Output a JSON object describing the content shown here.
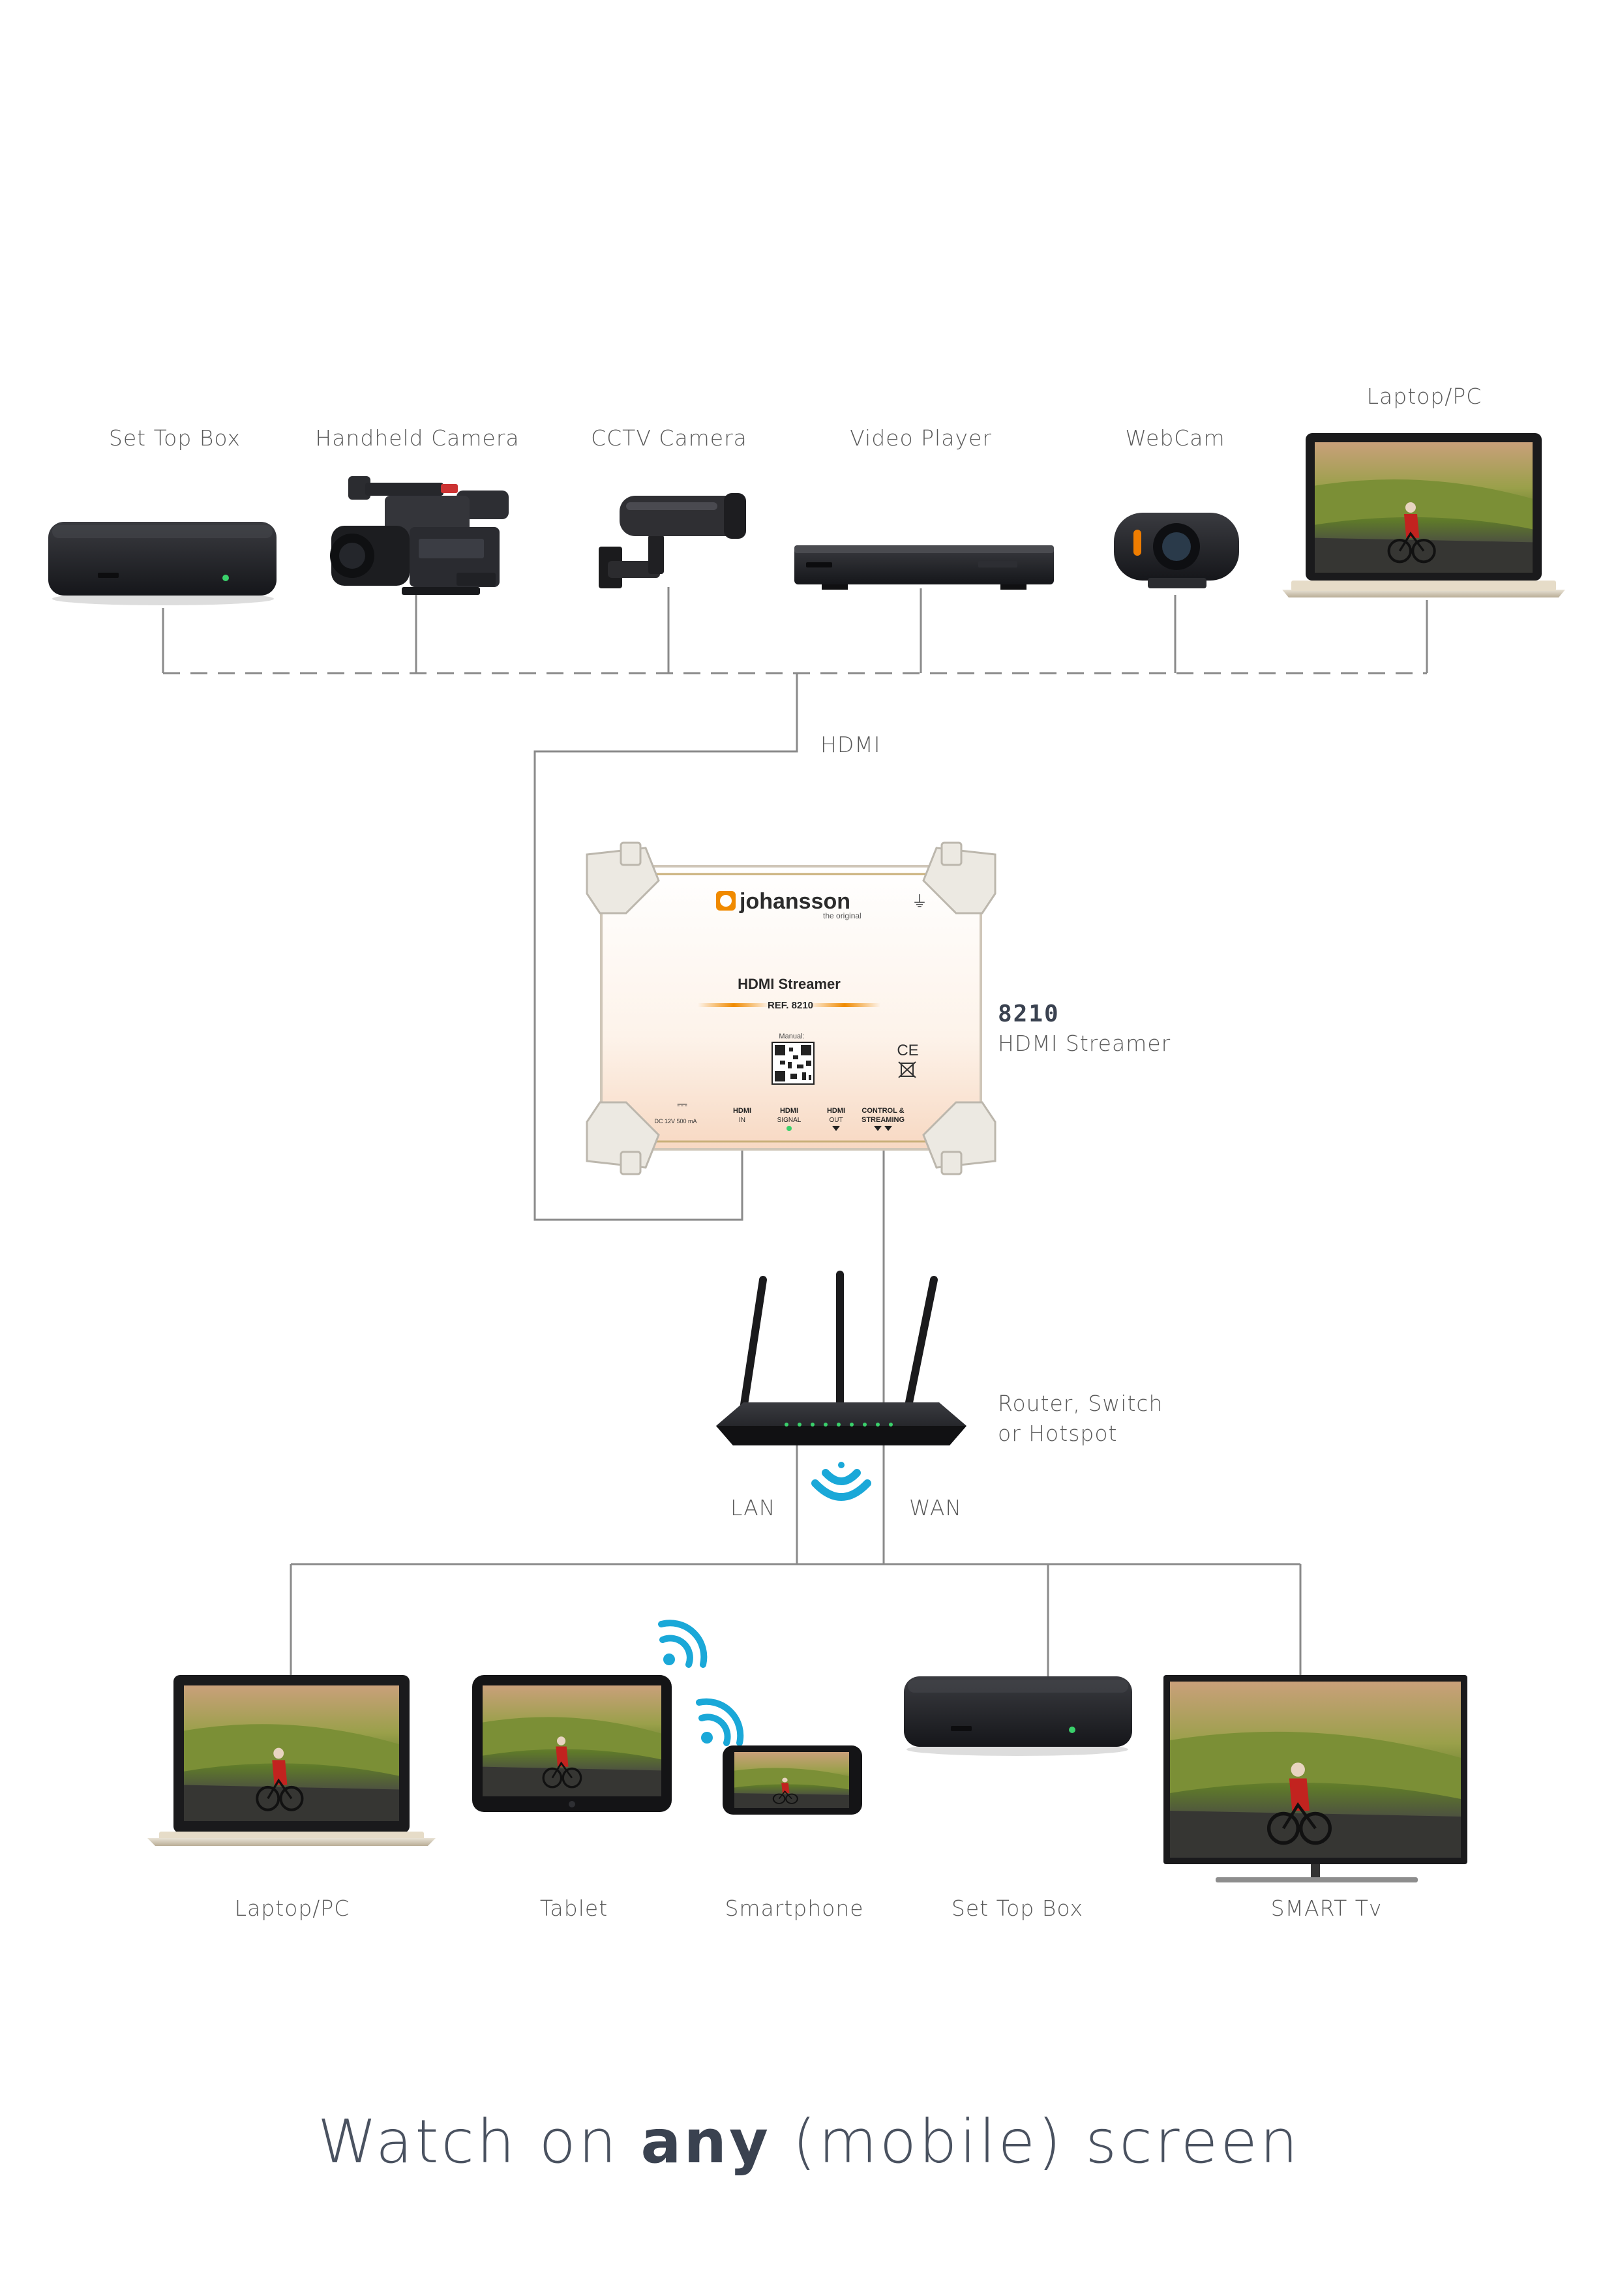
{
  "sources": {
    "set_top_box": "Set Top Box",
    "handheld_camera": "Handheld Camera",
    "cctv_camera": "CCTV Camera",
    "video_player": "Video Player",
    "webcam": "WebCam",
    "laptop_pc": "Laptop/PC"
  },
  "connections": {
    "hdmi": "HDMI",
    "lan": "LAN",
    "wan": "WAN"
  },
  "streamer": {
    "model": "8210",
    "name": "HDMI Streamer",
    "brand": "johansson",
    "brand_tagline": "the original",
    "panel_title": "HDMI Streamer",
    "panel_ref": "REF. 8210",
    "manual_label": "Manual:",
    "port_power": "DC 12V 500 mA",
    "port_hdmi_in_1": "HDMI",
    "port_hdmi_in_2": "IN",
    "port_signal_1": "HDMI",
    "port_signal_2": "SIGNAL",
    "port_hdmi_out_1": "HDMI",
    "port_hdmi_out_2": "OUT",
    "port_control_1": "CONTROL &",
    "port_control_2": "STREAMING",
    "ce_mark": "CE"
  },
  "router": {
    "label_line1": "Router, Switch",
    "label_line2": "or Hotspot"
  },
  "outputs": {
    "laptop_pc": "Laptop/PC",
    "tablet": "Tablet",
    "smartphone": "Smartphone",
    "set_top_box": "Set Top Box",
    "smart_tv": "SMART Tv"
  },
  "tagline": {
    "part1": "Watch on ",
    "bold": "any",
    "part2": " (mobile) screen"
  },
  "colors": {
    "line": "#8a8a8a",
    "wifi": "#1aa8d8",
    "brand_orange": "#f08a00",
    "text": "#5a5a5a",
    "device_dark": "#1c1d20"
  }
}
